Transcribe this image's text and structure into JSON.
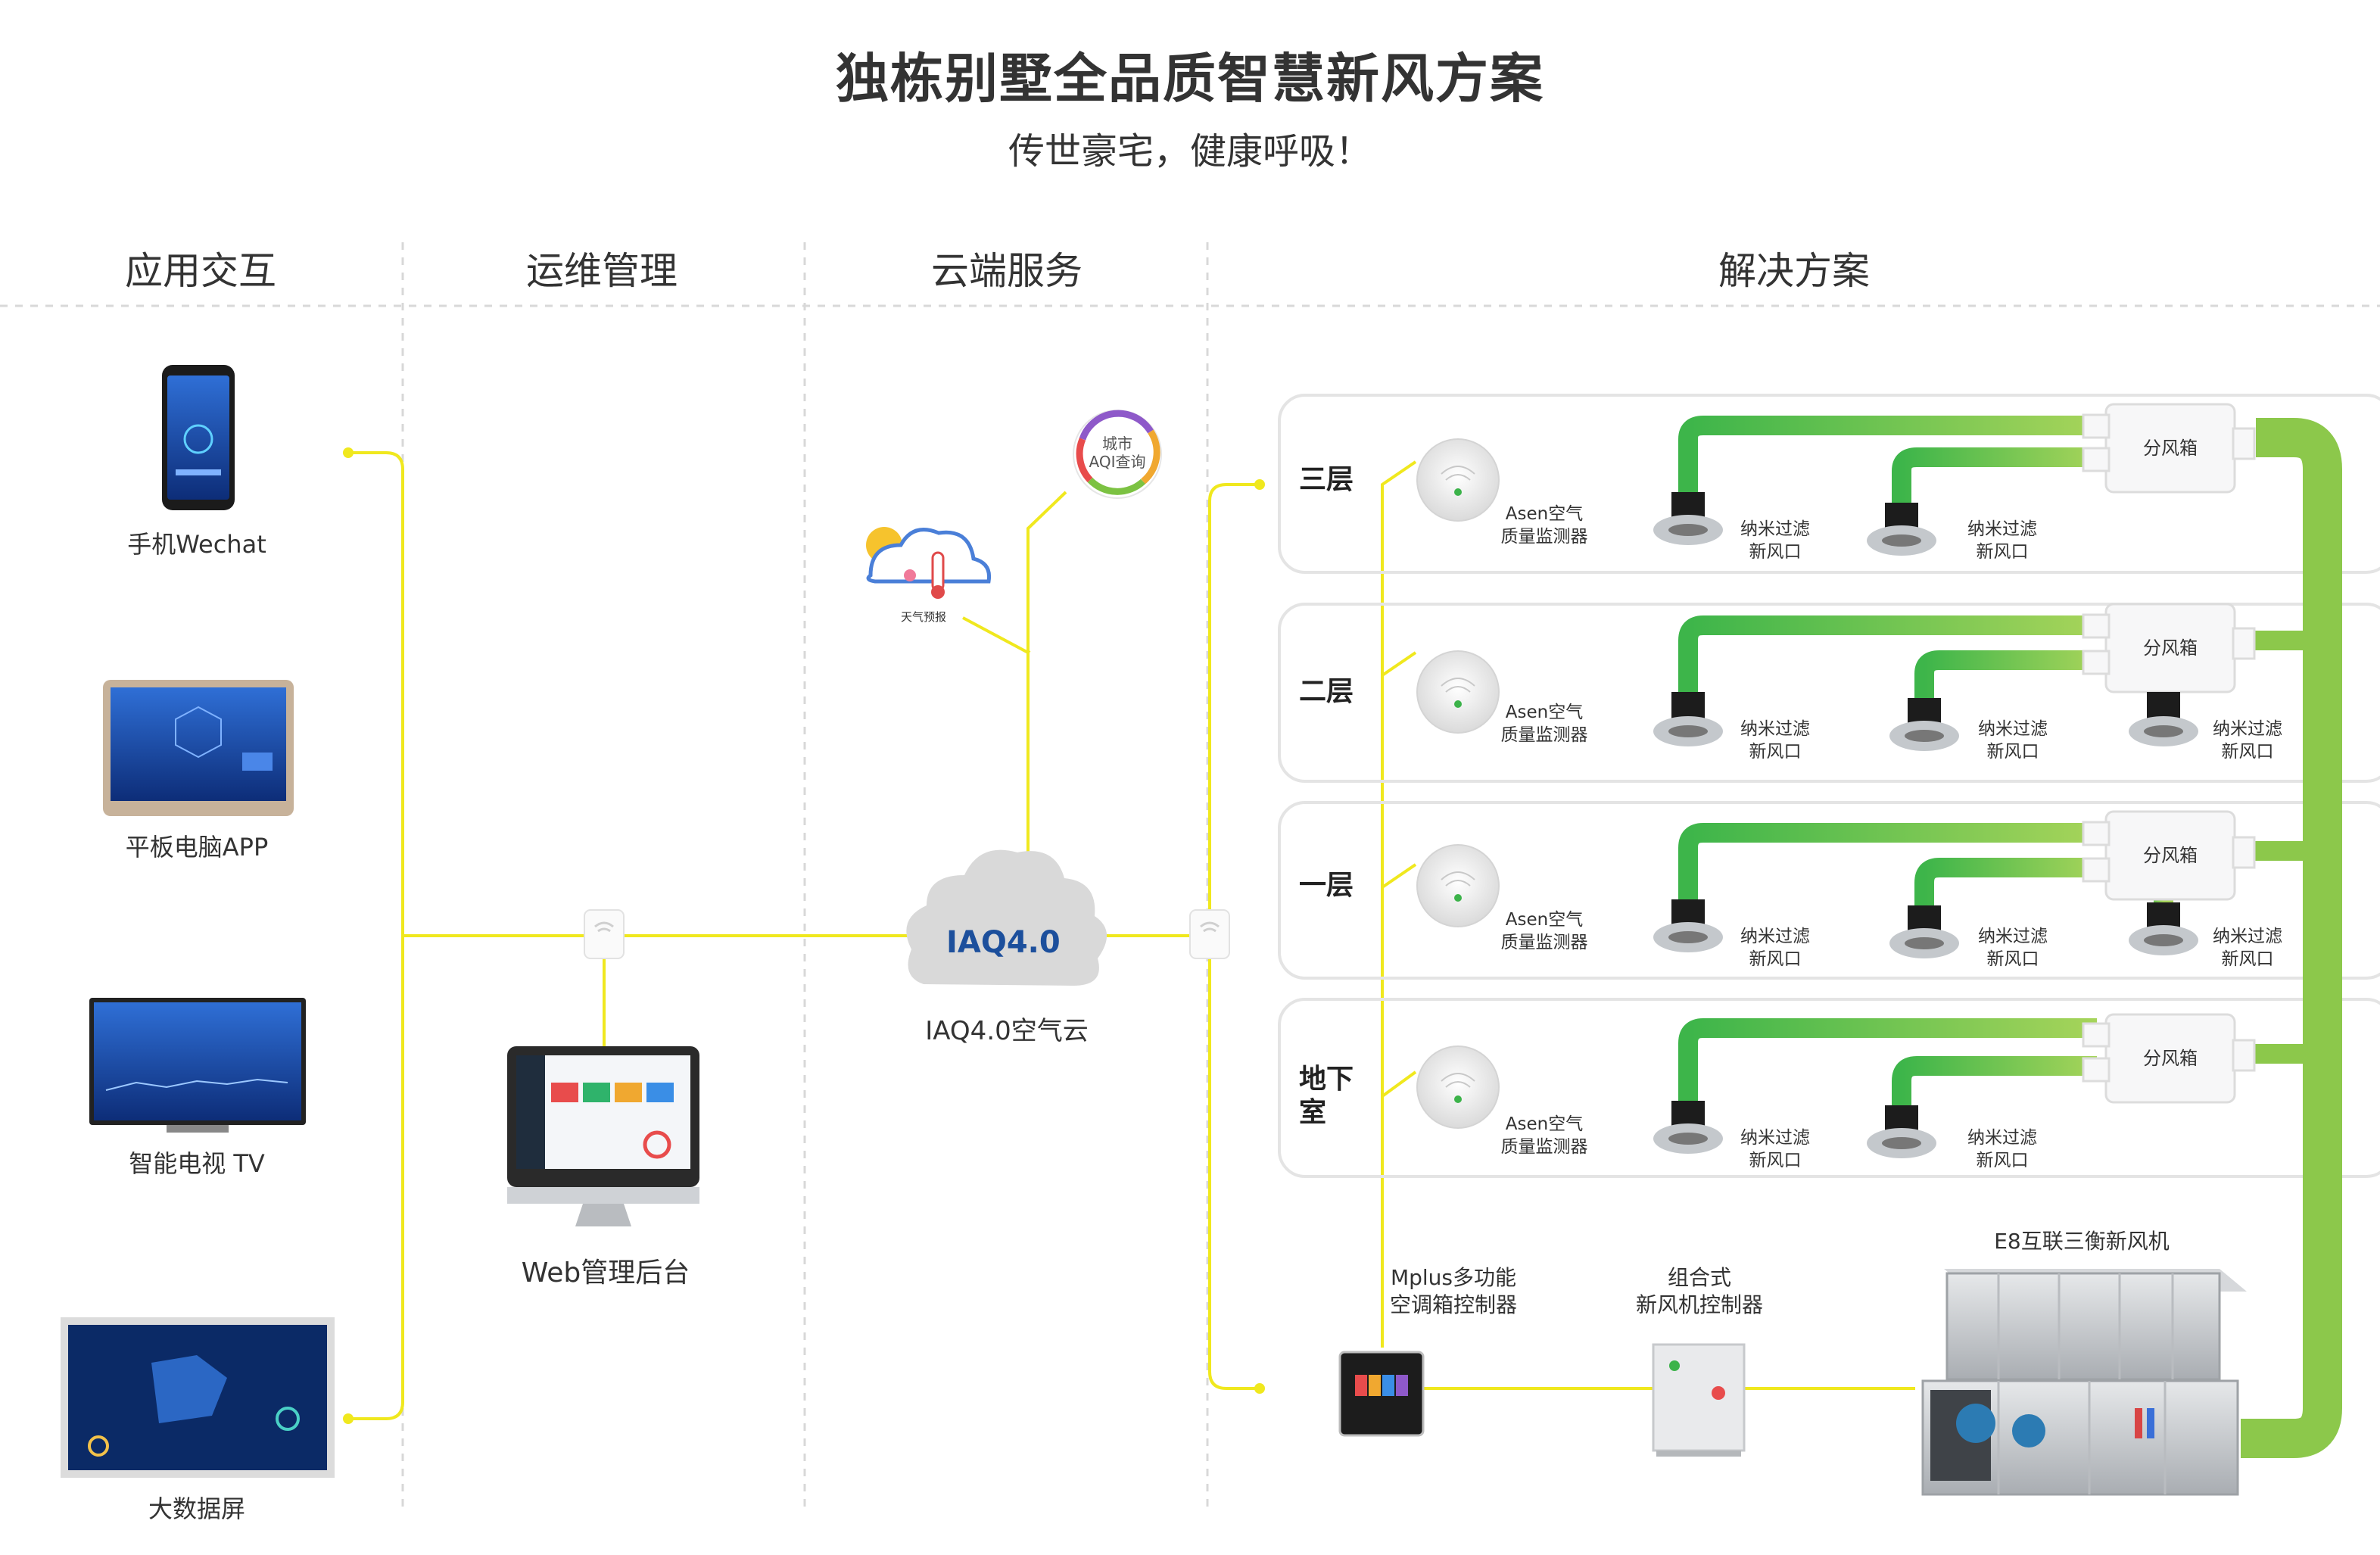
{
  "header": {
    "title": "独栋别墅全品质智慧新风方案",
    "subtitle": "传世豪宅，健康呼吸！"
  },
  "columns": [
    "应用交互",
    "运维管理",
    "云端服务",
    "解决方案"
  ],
  "devices": {
    "phone": "手机Wechat",
    "tablet": "平板电脑APP",
    "tv": "智能电视 TV",
    "bigscreen": "大数据屏",
    "web": "Web管理后台"
  },
  "cloud": {
    "label": "IAQ4.0空气云",
    "logo": "IAQ4.0",
    "weather": "天气预报",
    "aqi_line1": "城市",
    "aqi_line2": "AQI查询"
  },
  "floors": [
    {
      "name": "三层",
      "monitor": [
        "Asen空气",
        "质量监测器"
      ],
      "box": "分风箱",
      "vents": 2
    },
    {
      "name": "二层",
      "monitor": [
        "Asen空气",
        "质量监测器"
      ],
      "box": "分风箱",
      "vents": 3
    },
    {
      "name": "一层",
      "monitor": [
        "Asen空气",
        "质量监测器"
      ],
      "box": "分风箱",
      "vents": 3
    },
    {
      "name": "地下\n室",
      "monitor": [
        "Asen空气",
        "质量监测器"
      ],
      "box": "分风箱",
      "vents": 2
    }
  ],
  "vent_label": [
    "纳米过滤",
    "新风口"
  ],
  "equipment": {
    "mplus": [
      "Mplus多功能",
      "空调箱控制器"
    ],
    "combo": [
      "组合式",
      "新风机控制器"
    ],
    "unit": "E8互联三衡新风机"
  },
  "colors": {
    "yellow_line": "#f0e81e",
    "green_duct": "#7cc242",
    "panel_border": "#e4e4e4"
  }
}
